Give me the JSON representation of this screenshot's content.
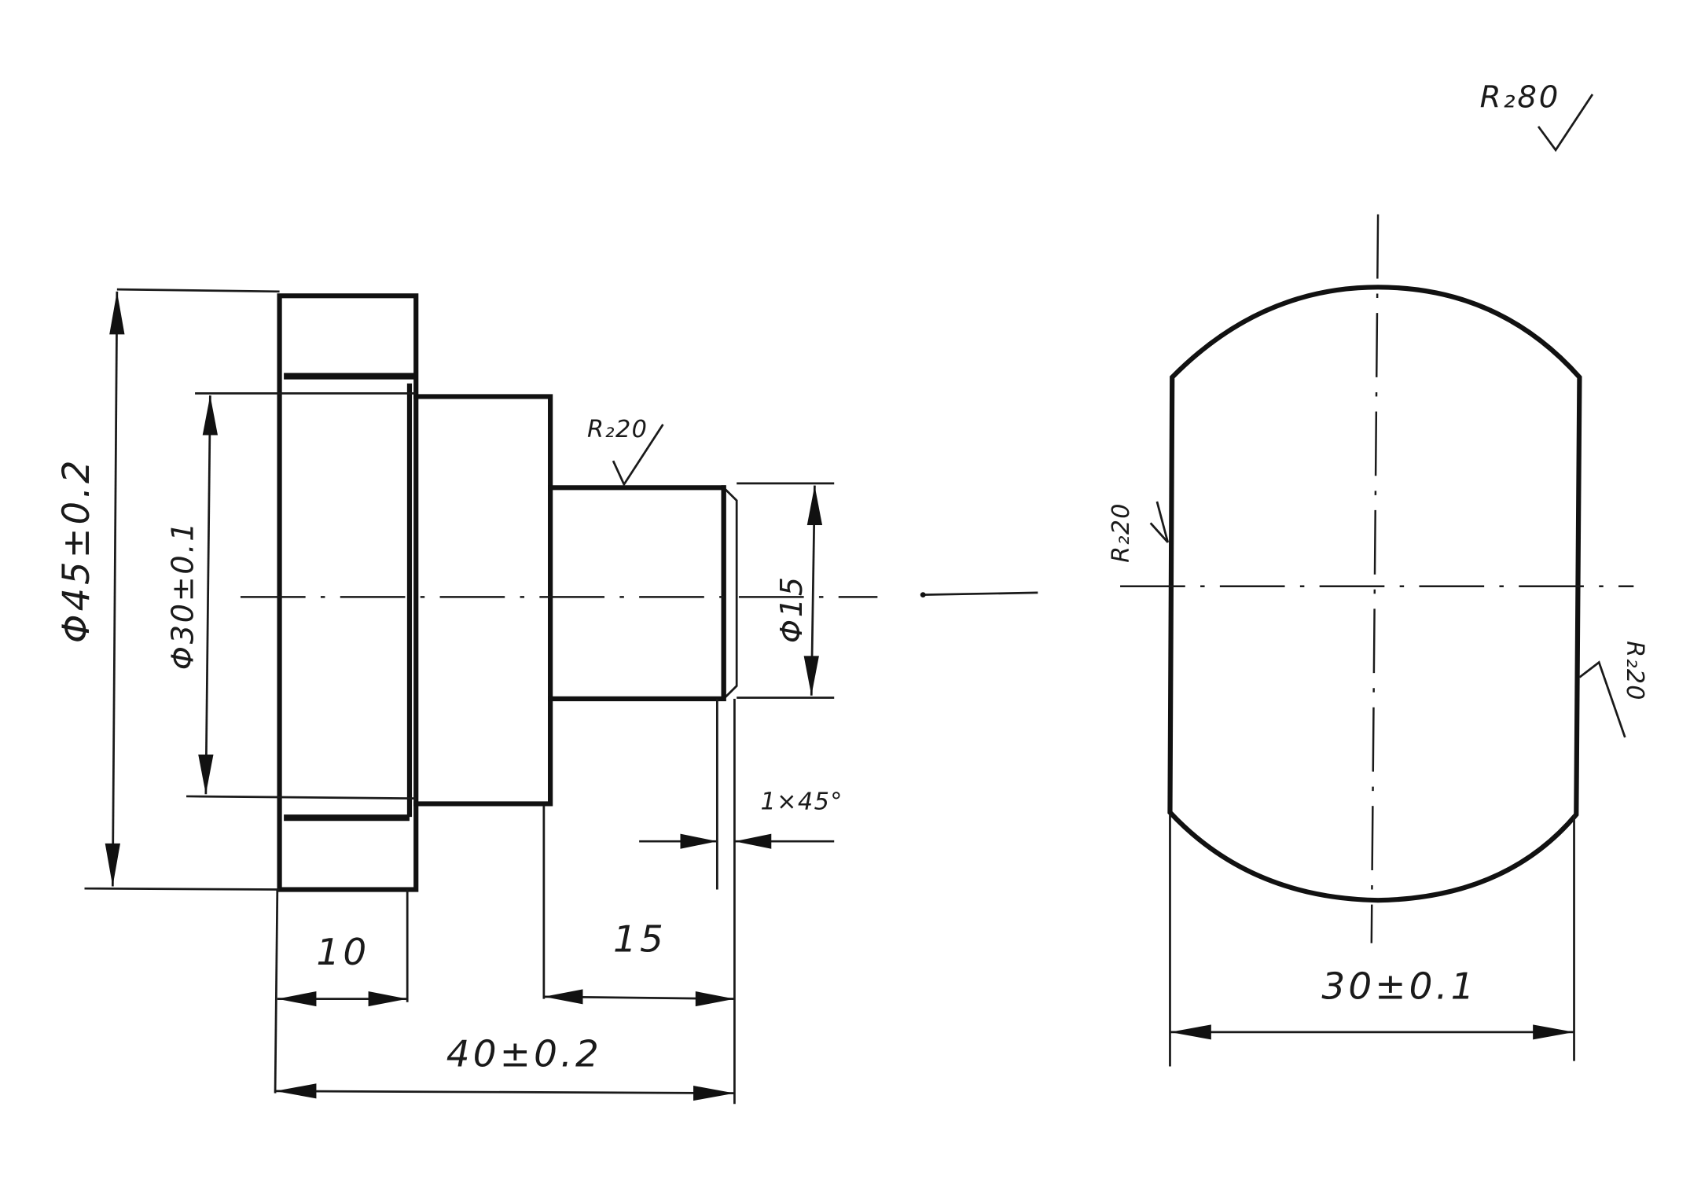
{
  "labels": {
    "dia_45": "Φ45±0.2",
    "dia_30": "Φ30±0.1",
    "dia_15": "Φ15",
    "rough_r220_shaft": "R₂20",
    "len_10": "10",
    "len_15": "15",
    "len_40": "40±0.2",
    "chamfer": "1×45°",
    "rough_r220_left": "R₂20",
    "rough_r220_right": "R₂20",
    "width_30": "30±0.1",
    "rough_general": "R₂80"
  }
}
